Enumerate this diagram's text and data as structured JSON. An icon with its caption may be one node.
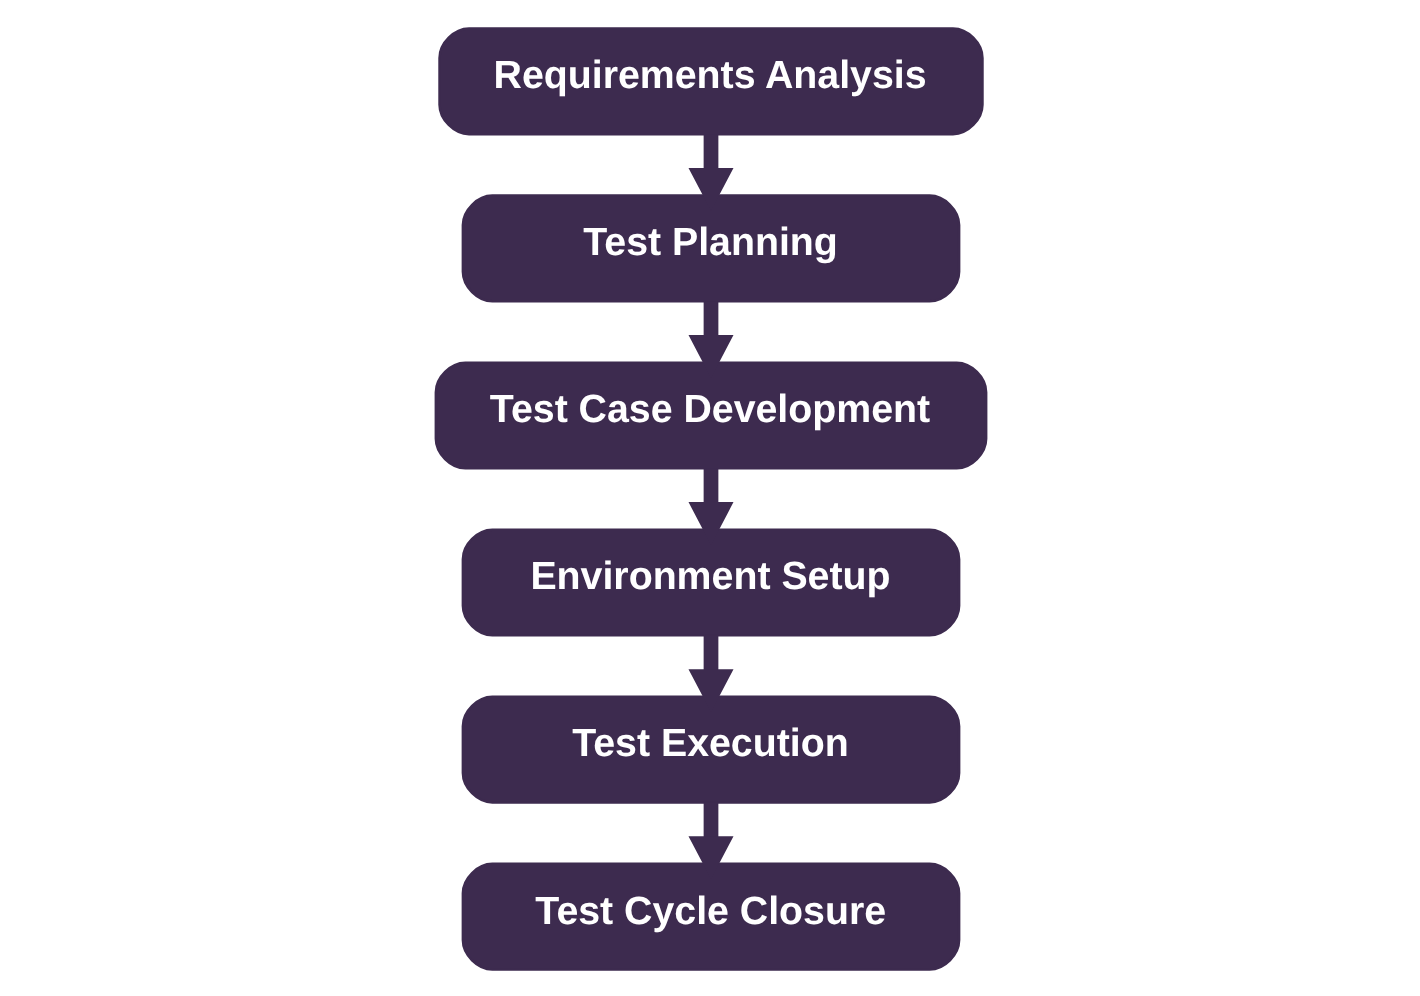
{
  "diagram": {
    "nodes": [
      {
        "text": [
          "Requirements Analysis"
        ]
      },
      {
        "text": [
          "Test Planning"
        ]
      },
      {
        "text": [
          "Test Case Development"
        ]
      },
      {
        "text": [
          "Environment Setup"
        ]
      },
      {
        "text": [
          "Test Execution"
        ]
      },
      {
        "text": [
          "Test Cycle Closure"
        ]
      }
    ],
    "edges": [
      {
        "from": 0,
        "to": 1,
        "arrow": "to"
      },
      {
        "from": 1,
        "to": 2,
        "arrow": "to"
      },
      {
        "from": 2,
        "to": 3,
        "arrow": "to"
      },
      {
        "from": 3,
        "to": 4,
        "arrow": "to"
      },
      {
        "from": 4,
        "to": 5,
        "arrow": "to"
      }
    ]
  }
}
